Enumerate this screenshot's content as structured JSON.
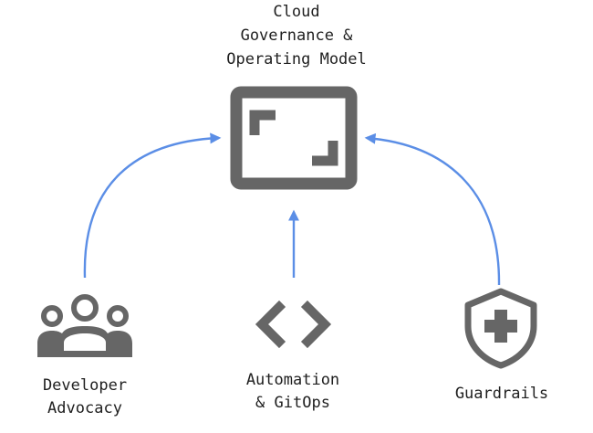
{
  "title": "Cloud\nGovernance &\nOperating Model",
  "nodes": [
    {
      "id": "developer",
      "label": "Developer\nAdvocacy",
      "icon": "people-group-icon"
    },
    {
      "id": "automation",
      "label": "Automation\n& GitOps",
      "icon": "code-brackets-icon"
    },
    {
      "id": "guardrails",
      "label": "Guardrails",
      "icon": "shield-plus-icon"
    }
  ],
  "center_icon": "frame-corners-icon",
  "colors": {
    "icon": "#666666",
    "arrow": "#5b8ee6",
    "text": "#1f1f1f",
    "background": "#ffffff"
  }
}
